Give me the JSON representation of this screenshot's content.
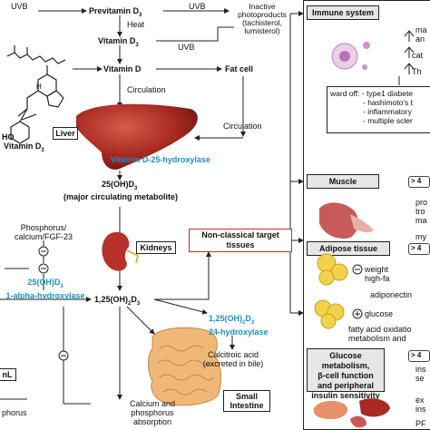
{
  "left": {
    "uvb_top_left": "UVB",
    "previtamin": "Previtamin D",
    "previtamin_sub": "3",
    "uvb_top_right": "UVB",
    "heat": "Heat",
    "vitamin_d3": "Vitamin D",
    "vitamin_d3_sub": "3",
    "uvb_mid": "UVB",
    "inactive": [
      "Inactive",
      "photoproducts",
      "(tachisterol,",
      "lumisterol)"
    ],
    "vitamin_d": "Vitamin D",
    "fat_cell": "Fat cell",
    "circulation_1": "Circulation",
    "circulation_2": "Circulation",
    "molecule_label": "Vitamin D",
    "molecule_label_sub": "3",
    "liver": "Liver",
    "enzyme_25": "Vitamin D-25-hydroxylase",
    "metabolite_25": "25(OH)D",
    "metabolite_25_sub": "3",
    "major_circ": "(major circulating metabolite)",
    "phosphorus": [
      "Phosphorus/",
      "calcium/FGF-23"
    ],
    "alpha_line1": "25(OH)D",
    "alpha_line1_sub": "3",
    "alpha_line2": "1-alpha-hydroxylase",
    "kidneys": "Kidneys",
    "nonclassical": [
      "Non-classical target",
      "tissues"
    ],
    "calcitriol": "1,25(OH)",
    "calcitriol_sub1": "2",
    "calcitriol_tail": "D",
    "calcitriol_sub2": "3",
    "hydroxylase24_line1": "1,25(OH)",
    "hydroxylase24_line1b": "D",
    "hydroxylase24_line2": "24-hydroxylase",
    "calcitroic": [
      "Calcitroic acid",
      "(excreted in bile)"
    ],
    "small_intestine": [
      "Small",
      "Intestine"
    ],
    "absorption": [
      "Calcium and",
      "phosphorus",
      "absorption"
    ],
    "phorus": "phorus",
    "nl": "nL",
    "minus": "−"
  },
  "right": {
    "immune_header": "Immune system",
    "immune_lines": [
      "ma",
      "an",
      "cat",
      "Th"
    ],
    "ward_header": "ward off: - type1 diabete",
    "ward_items": [
      "- hashimoto's t",
      "- inflammatory",
      "- multiple scler"
    ],
    "muscle_header": "Muscle",
    "muscle_lines": [
      "pro",
      "tro",
      "ma",
      "my"
    ],
    "adipose_header": "Adipose tissue",
    "adipose_lines": [
      "weight",
      "high-fa",
      "adiponectin",
      "glucose",
      "fatty acid oxidatio",
      "metabolism and"
    ],
    "glucose_header": [
      "Glucose metabolism,",
      "β-cell function",
      "and peripheral",
      "insulin sensitivity"
    ],
    "glucose_lines": [
      "ins",
      "se",
      "ex",
      "ins",
      "PF"
    ],
    "pill_text": "4"
  }
}
